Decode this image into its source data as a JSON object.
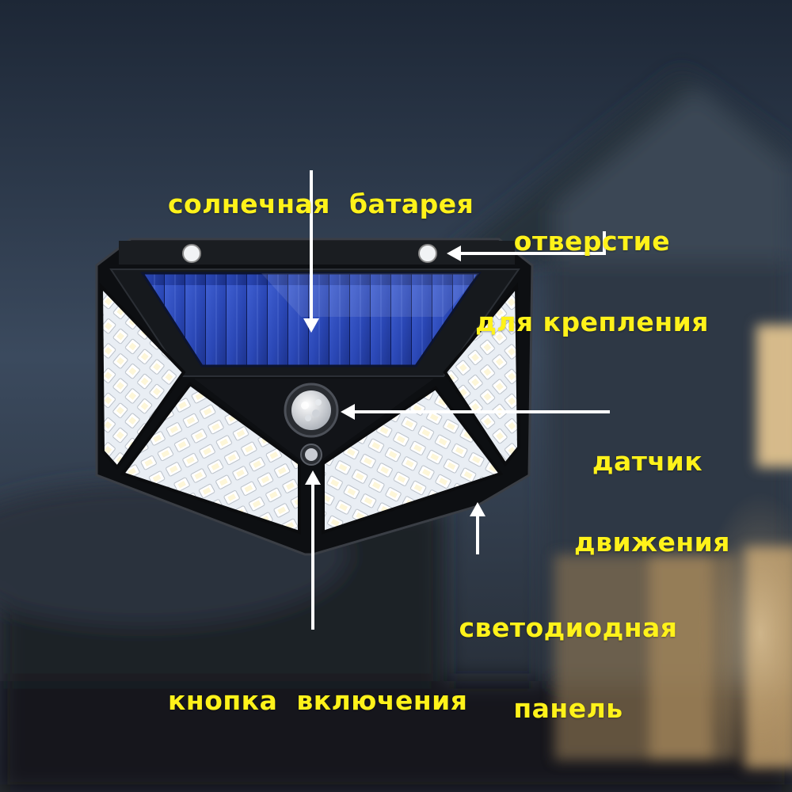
{
  "colors": {
    "label_text": "#fff21a",
    "arrow": "#ffffff",
    "sky_top": "#1f2a3a",
    "window_glow": "#f3d9a2",
    "device_body": "#121416",
    "solar_cell": "#1f3a9e",
    "led": "#f4f7fb"
  },
  "labels": {
    "solar_panel": "солнечная  батарея",
    "mount_hole_line1": "отверстие",
    "mount_hole_line2": "для крепления",
    "motion_sensor_line1": "датчик",
    "motion_sensor_line2": "движения",
    "led_panel_line1": "светодиодная",
    "led_panel_line2": "панель",
    "power_button": "кнопка  включения"
  },
  "icons": {
    "motion_sensor": "pir-sensor-dome",
    "power_button": "round-button",
    "mount_hole": "screw-hole"
  }
}
